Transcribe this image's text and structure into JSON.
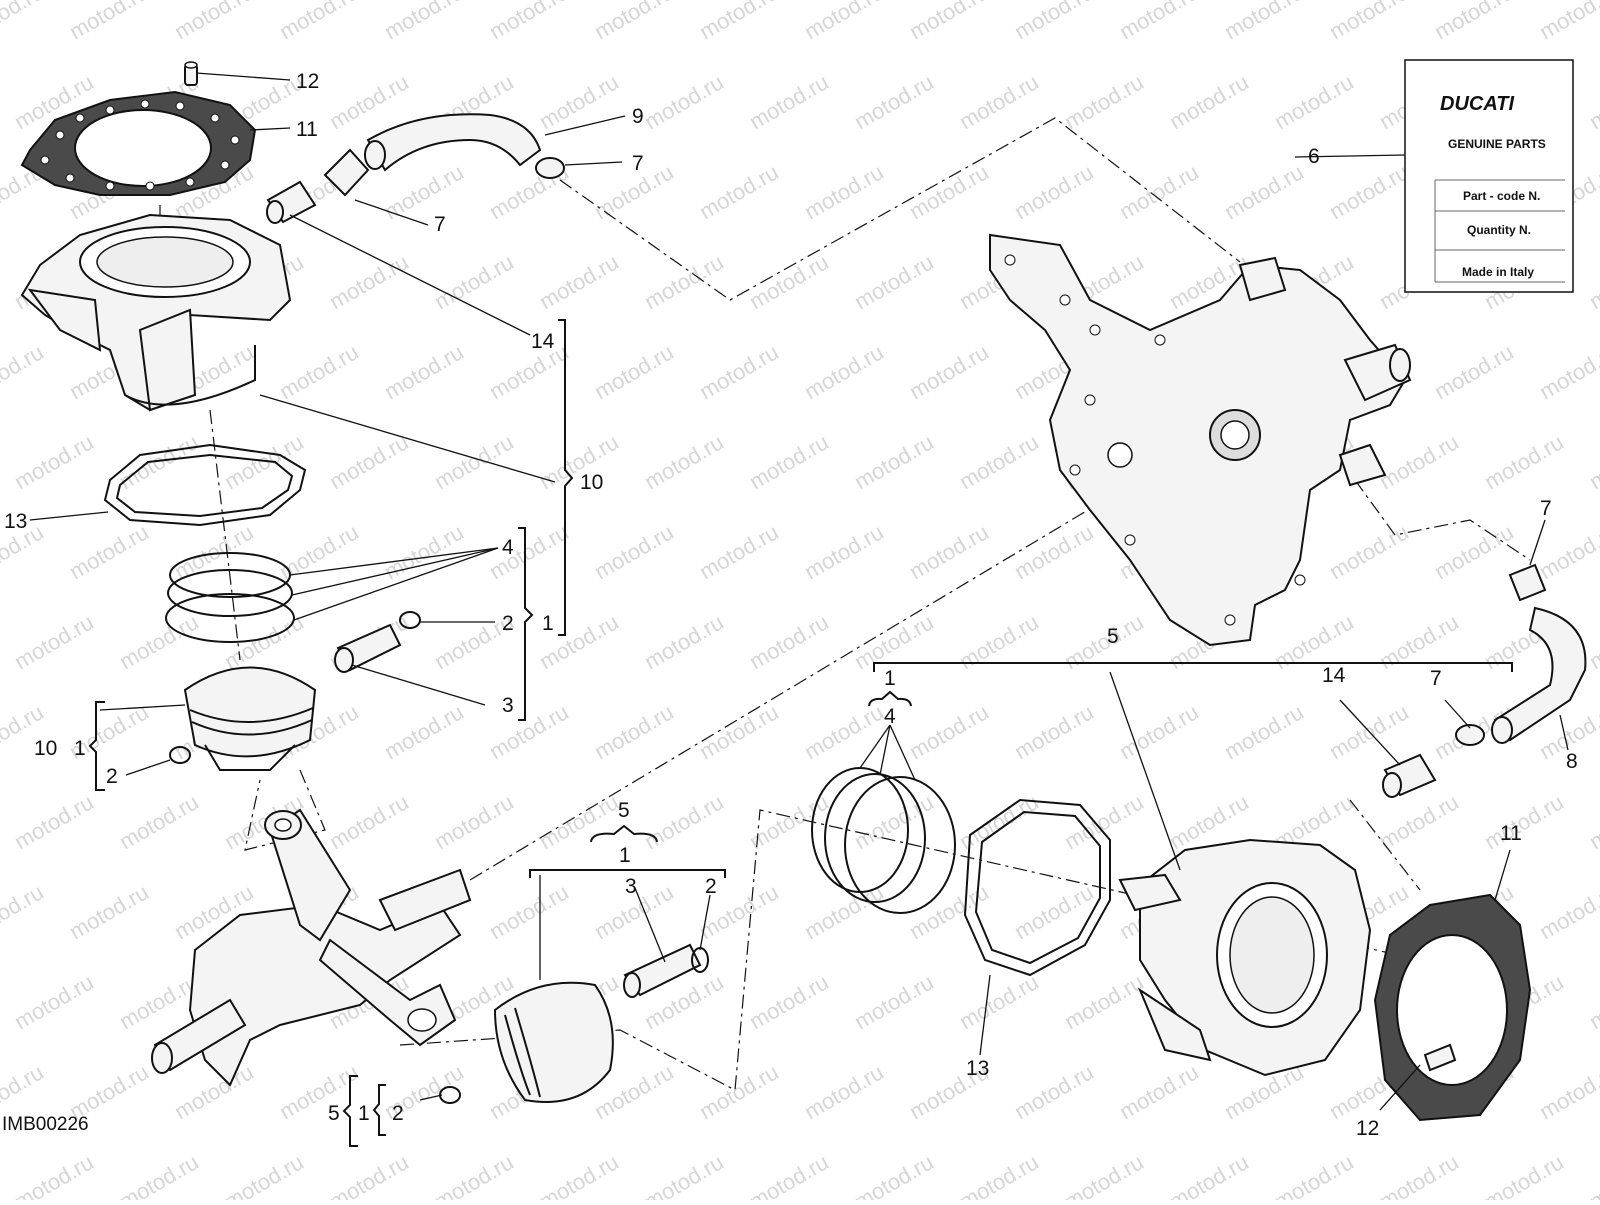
{
  "diagram_code": "IMB00226",
  "watermark_text": "motod.ru",
  "label_card": {
    "brand": "DUCATI",
    "heading": "GENUINE PARTS",
    "rows": [
      "Part - code N.",
      "Quantity N.",
      "Made in Italy"
    ]
  },
  "callouts": {
    "c12_top": "12",
    "c11_top": "11",
    "c9": "9",
    "c7_a": "7",
    "c7_b": "7",
    "c6": "6",
    "c14_top": "14",
    "c10": "10",
    "c13_left": "13",
    "c4_top": "4",
    "c2_top": "2",
    "c1_top": "1",
    "c3_top": "3",
    "c10_b": "10",
    "c1_b": "1",
    "c2_b": "2",
    "c5_top": "5",
    "c1_mid": "1",
    "c3_mid": "3",
    "c2_mid": "2",
    "c5_bot": "5",
    "c1_bot": "1",
    "c2_bot": "2",
    "c5_right": "5",
    "c1_right": "1",
    "c4_right": "4",
    "c13_right": "13",
    "c14_right": "14",
    "c7_c": "7",
    "c7_d": "7",
    "c8": "8",
    "c11_right": "11",
    "c12_right": "12"
  },
  "colors": {
    "line": "#111111",
    "gasket": "#4a4a4a",
    "watermark": "#d6d6d6"
  }
}
